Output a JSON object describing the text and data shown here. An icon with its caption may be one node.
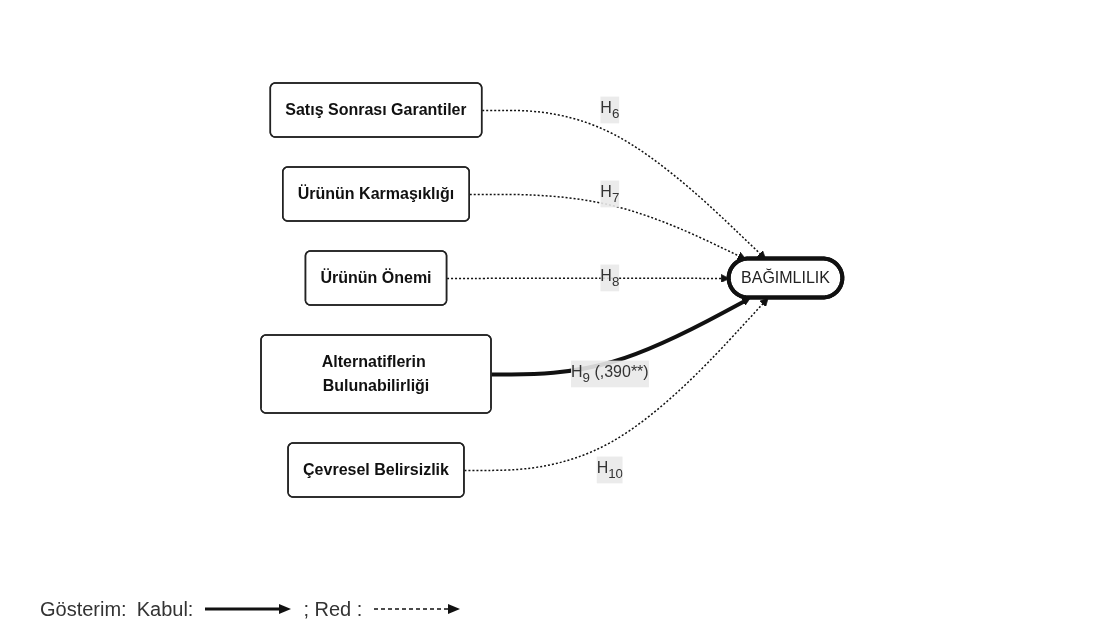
{
  "diagram": {
    "nodes": [
      {
        "text": [
          "Satış Sonrası Garantiler"
        ]
      },
      {
        "text": [
          "Ürünün Karmaşıklığı"
        ]
      },
      {
        "text": [
          "Ürünün Önemi"
        ]
      },
      {
        "text": [
          "Alternatiflerin Bulunabilirliği"
        ]
      },
      {
        "text": [
          "Çevresel Belirsizlik"
        ]
      },
      {
        "text": [
          "BAĞIMLILIK"
        ]
      }
    ],
    "edges": [
      {
        "from": 0,
        "to": 5,
        "arrow": "to",
        "label": "H$_{6}$",
        "style": "dashed"
      },
      {
        "from": 1,
        "to": 5,
        "arrow": "to",
        "label": "H$_{7}$",
        "style": "dashed"
      },
      {
        "from": 2,
        "to": 5,
        "arrow": "to",
        "label": "H$_{8}$",
        "style": "dashed"
      },
      {
        "from": 3,
        "to": 5,
        "arrow": "to",
        "label": "H$_{9}$ (,390**)",
        "style": "thick"
      },
      {
        "from": 4,
        "to": 5,
        "arrow": "to",
        "label": "H$_{10}$",
        "style": "dashed"
      }
    ],
    "labels": [
      "Gösterim:"
    ],
    "legend": [
      {
        "text": "Kabul:"
      },
      {
        "text": "; Red :"
      }
    ]
  }
}
